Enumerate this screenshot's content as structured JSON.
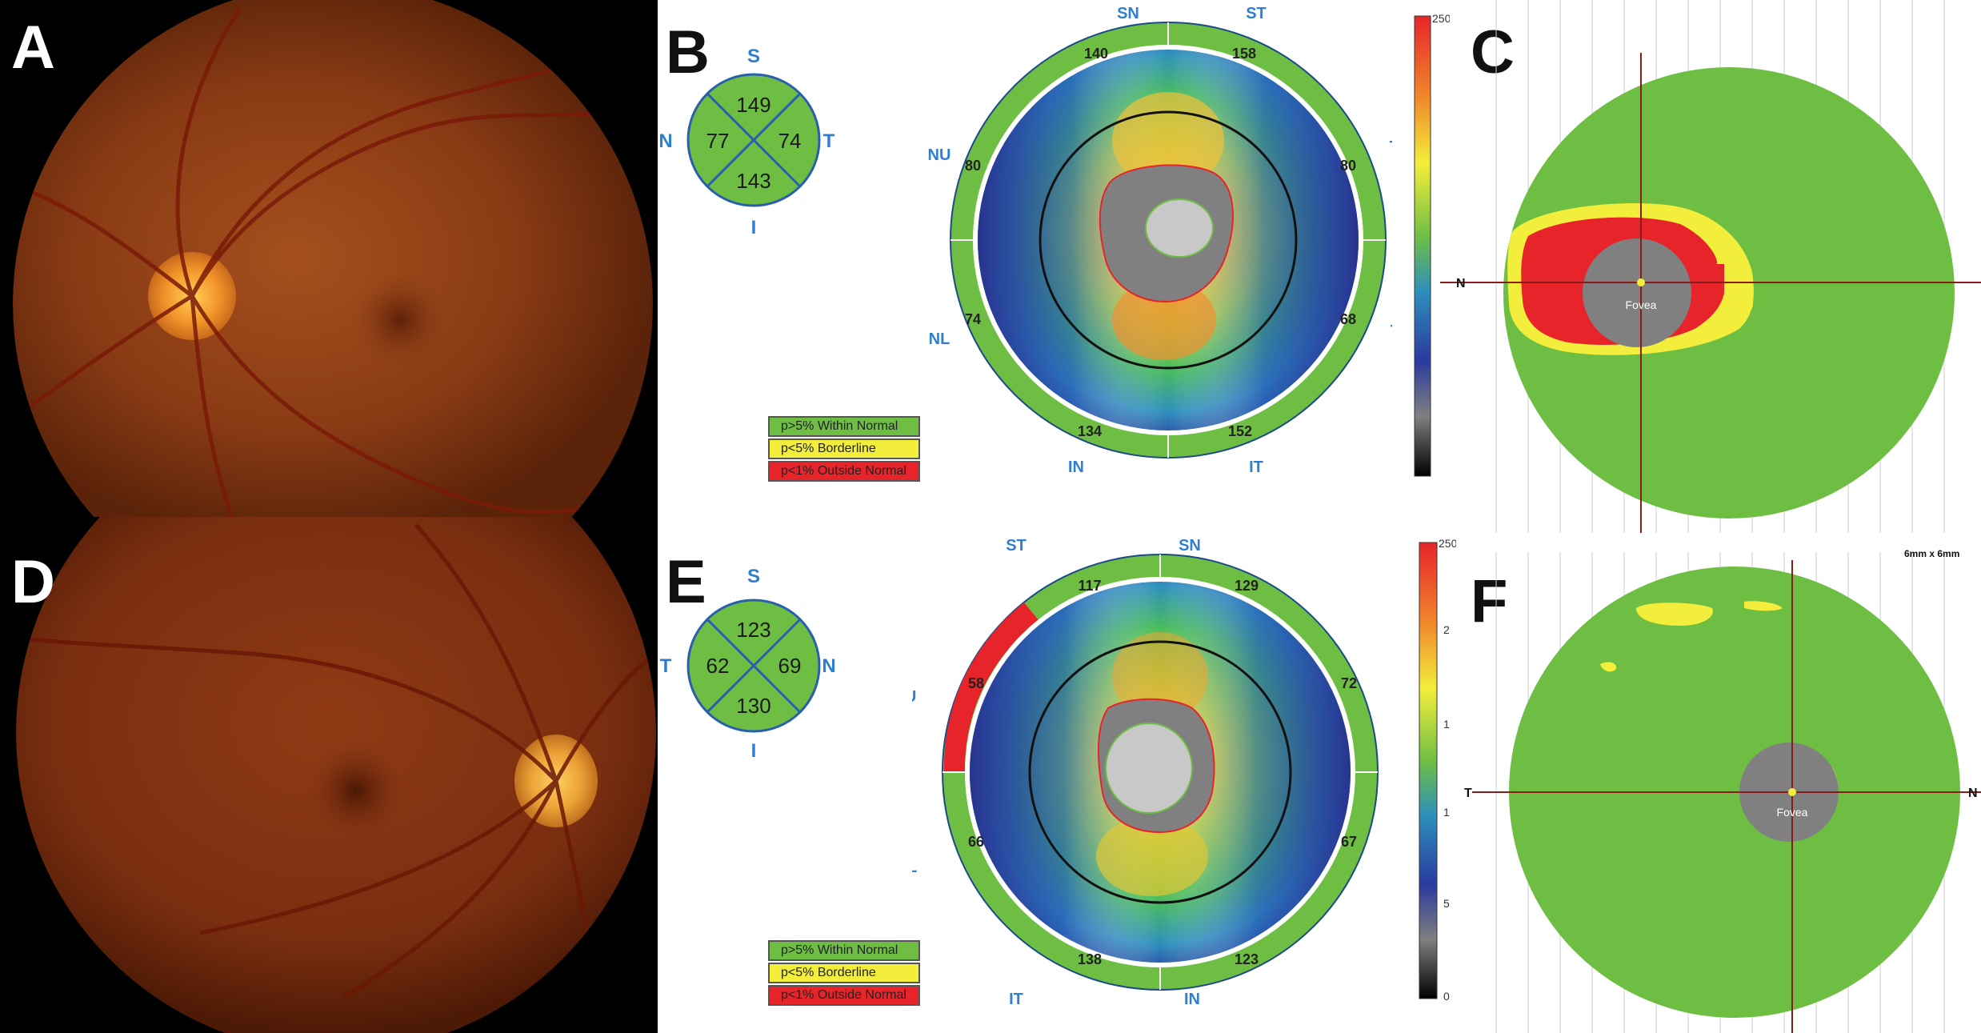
{
  "panels": {
    "A": "A",
    "B": "B",
    "C": "C",
    "D": "D",
    "E": "E",
    "F": "F"
  },
  "top": {
    "quadrant": {
      "S": "S",
      "I": "I",
      "left": "N",
      "right": "T",
      "sup": "149",
      "left_val": "77",
      "right_val": "74",
      "inf": "143"
    },
    "clock": {
      "SN": "SN",
      "ST": "ST",
      "NU": "NU",
      "TU": "TU",
      "NL": "NL",
      "TL": "TL",
      "IN": "IN",
      "IT": "IT",
      "v_SN": "140",
      "v_ST": "158",
      "v_NU": "80",
      "v_TU": "80",
      "v_NL": "74",
      "v_TL": "68",
      "v_IN": "134",
      "v_IT": "152"
    },
    "legend": [
      "p>5% Within Normal",
      "p<5% Borderline",
      "p<1% Outside Normal"
    ],
    "scale": {
      "max": "250"
    },
    "map": {
      "axis_label": "N",
      "fovea": "Fovea"
    }
  },
  "bottom": {
    "quadrant": {
      "S": "S",
      "I": "I",
      "left": "T",
      "right": "N",
      "sup": "123",
      "left_val": "62",
      "right_val": "69",
      "inf": "130"
    },
    "clock": {
      "ST": "ST",
      "SN": "SN",
      "TU": "TU",
      "NU": "NU",
      "TL": "TL",
      "NL": "NL",
      "IT": "IT",
      "IN": "IN",
      "v_ST": "117",
      "v_SN": "129",
      "v_TU": "58",
      "v_NU": "72",
      "v_TL": "66",
      "v_NL": "67",
      "v_IT": "138",
      "v_IN": "123"
    },
    "legend": [
      "p>5% Within Normal",
      "p<5% Borderline",
      "p<1% Outside Normal"
    ],
    "scale": {
      "t250": "250",
      "t2": "2",
      "t1a": "1",
      "t1b": "1",
      "t5": "5",
      "t0": "0"
    },
    "map": {
      "left_label": "T",
      "right_label": "N",
      "fovea": "Fovea",
      "size": "6mm x 6mm"
    }
  },
  "colors": {
    "normal": "#6fbe44",
    "borderline": "#f3ee3b",
    "outside": "#e8242b",
    "label_blue": "#2f7fd0"
  }
}
